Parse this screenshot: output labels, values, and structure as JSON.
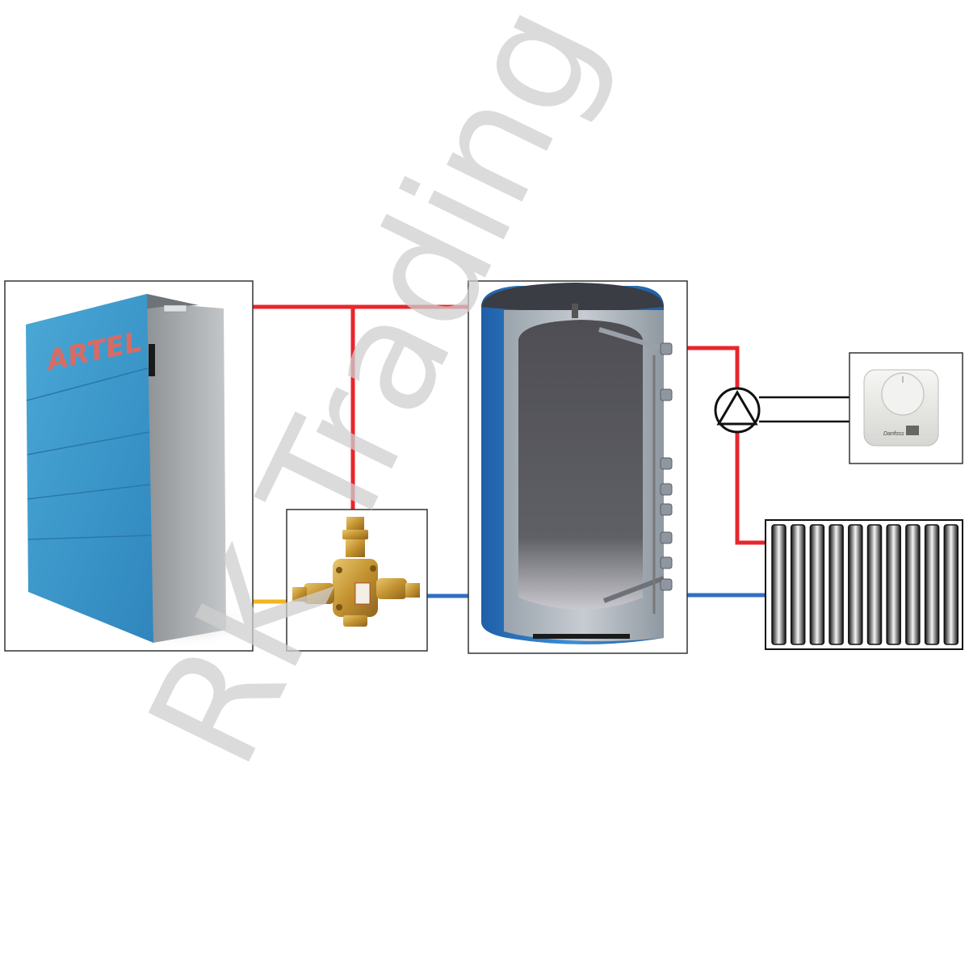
{
  "boiler": {
    "brand": "ARTEL"
  },
  "thermostat": {
    "brand": "Danfoss"
  },
  "watermark": {
    "text": "RK Trading"
  },
  "colors": {
    "hot_pipe": "#e8262d",
    "cold_pipe": "#2f6fc4",
    "boiler_return_pipe": "#f2b51c",
    "boiler_front": "#3e9ccd",
    "boiler_side": "#a9adb0",
    "tank_jacket": "#2e7fc8",
    "tank_interior": "#5d5d63",
    "valve_brass": "#c99a3c",
    "watermark": "#d0d0d0"
  }
}
